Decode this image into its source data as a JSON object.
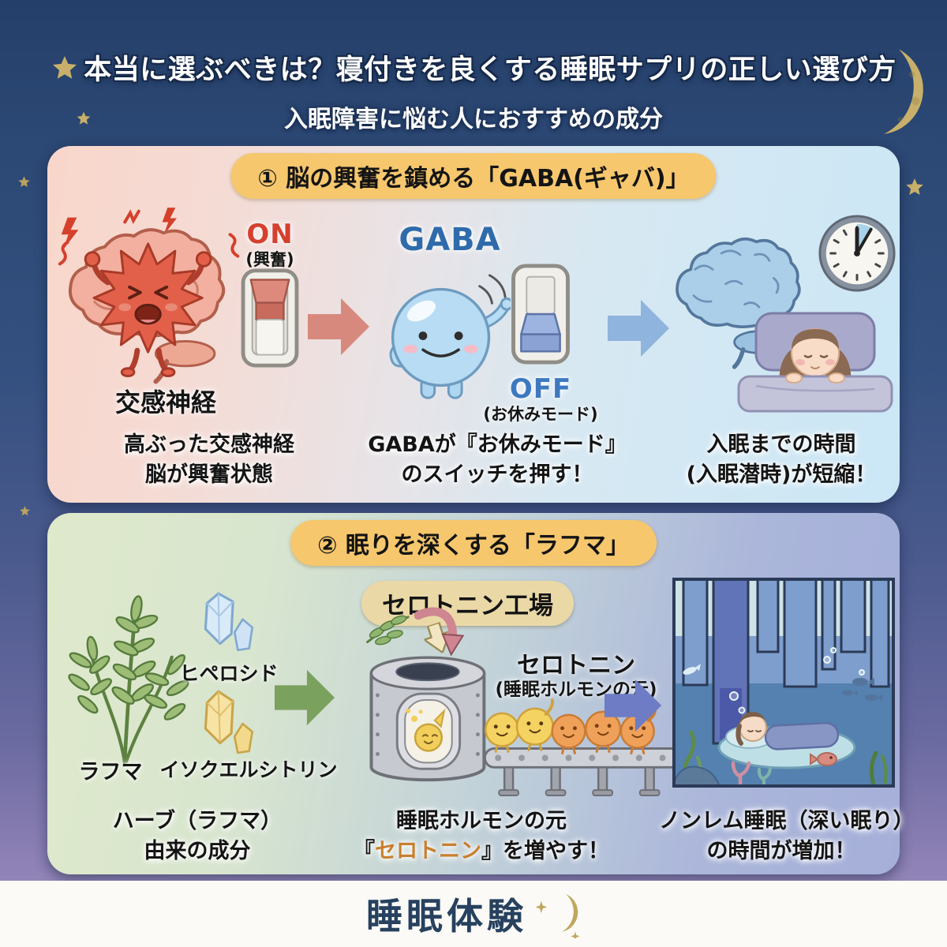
{
  "header": {
    "title": "本当に選ぶべきは？寝付きを良くする睡眠サプリの正しい選び方",
    "subtitle": "入眠障害に悩む人におすすめの成分"
  },
  "section_gaba": {
    "badge": "① 脳の興奮を鎮める「GABA(ギャバ)」",
    "sympathetic_label": "交感神経",
    "switch_on": "ON",
    "switch_on_note": "(興奮)",
    "gaba_label": "GABA",
    "switch_off": "OFF",
    "switch_off_note": "(お休みモード)",
    "caption_left_1": "高ぶった交感神経",
    "caption_left_2": "脳が興奮状態",
    "caption_mid_1": "GABAが『お休みモード』",
    "caption_mid_2": "のスイッチを押す！",
    "caption_right_1": "入眠までの時間",
    "caption_right_2": "(入眠潜時)が短縮！"
  },
  "section_rafuma": {
    "badge": "② 眠りを深くする「ラフマ」",
    "herb_label": "ラフマ",
    "hyperoside_label": "ヒペロシド",
    "isoquercitrin_label": "イソクエルシトリン",
    "factory_label": "セロトニン工場",
    "serotonin_label": "セロトニン",
    "serotonin_note": "(睡眠ホルモンの元)",
    "caption_left_1": "ハーブ（ラフマ）",
    "caption_left_2": "由来の成分",
    "caption_mid_1": "睡眠ホルモンの元",
    "caption_mid_2_open": "『",
    "caption_mid_2_em": "セロトニン",
    "caption_mid_2_close": "』を増やす！",
    "caption_right_1": "ノンレム睡眠（深い眠り）",
    "caption_right_2": "の時間が増加！"
  },
  "footer": {
    "brand": "睡眠体験"
  },
  "colors": {
    "on_red": "#d6402e",
    "off_blue": "#3d79c0",
    "gaba_blue": "#2f6bab",
    "serotonin_orange": "#c97f2e",
    "badge_yellow": "#f6c76d",
    "star_gold": "#c8b06a",
    "sky_top": "#24406a",
    "sky_bottom": "#9a8dbd"
  }
}
